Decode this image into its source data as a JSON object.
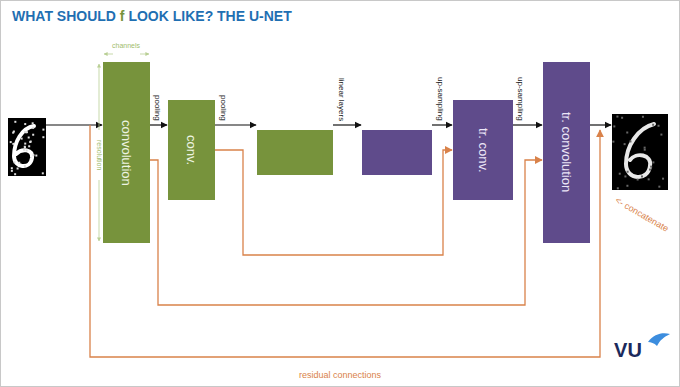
{
  "diagram": {
    "title": "WHAT SHOULD f LOOK LIKE? THE U-NET",
    "nodes": [
      {
        "text": [
          "convolution"
        ]
      },
      {
        "text": [
          "conv."
        ]
      },
      {
        "text": [
          "tr. conv."
        ]
      },
      {
        "text": [
          "tr. convolution"
        ]
      }
    ],
    "edges": [
      {
        "from": 0,
        "to": 1,
        "arrow": "to",
        "label": "pooling"
      },
      {
        "from": 2,
        "to": 3,
        "arrow": "to",
        "label": "up-sampling"
      },
      {
        "from": 0,
        "to": 3,
        "arrow": "to"
      },
      {
        "from": 1,
        "to": 2,
        "arrow": "to"
      }
    ],
    "labels": [
      "channels",
      "resolution",
      "pooling",
      "linear layers",
      "up-sampling",
      "<- concatenate",
      "residual connections",
      "VU"
    ]
  }
}
